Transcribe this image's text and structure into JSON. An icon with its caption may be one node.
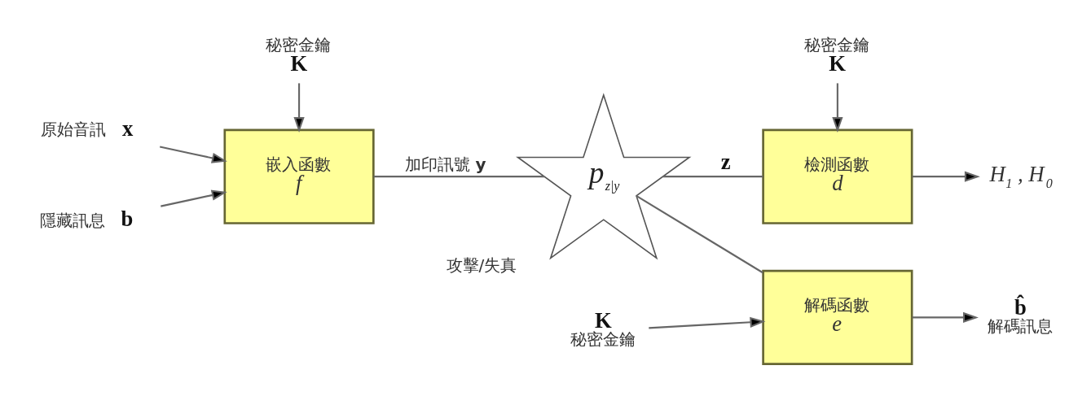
{
  "diagram": {
    "nodes": [
      {
        "text": [
          "原始音訊",
          "x"
        ]
      },
      {
        "text": [
          "隱藏訊息",
          "b"
        ]
      },
      {
        "text": [
          "秘密金鑰",
          "K"
        ]
      },
      {
        "text": [
          "嵌入函數",
          "f"
        ]
      },
      {
        "text": [
          "攻擊/失真",
          "p$_{z|y}$"
        ]
      },
      {
        "text": [
          "秘密金鑰",
          "K"
        ]
      },
      {
        "text": [
          "檢測函數",
          "d"
        ]
      },
      {
        "text": [
          "解碼函數",
          "e"
        ]
      },
      {
        "text": [
          "K",
          "秘密金鑰"
        ]
      },
      {
        "text": [
          "H$_{1}$ , H$_{0}$"
        ]
      },
      {
        "text": [
          "b̂",
          "解碼訊息"
        ]
      }
    ],
    "edges": [
      {
        "from": 0,
        "to": 3,
        "arrow": "to"
      },
      {
        "from": 1,
        "to": 3,
        "arrow": "to"
      },
      {
        "from": 2,
        "to": 3,
        "arrow": "to"
      },
      {
        "from": 3,
        "to": 4,
        "arrow": "none",
        "label": "加印訊號 **y**"
      },
      {
        "from": 4,
        "to": 6,
        "arrow": "none",
        "label": "z"
      },
      {
        "from": 4,
        "to": 7,
        "arrow": "none"
      },
      {
        "from": 5,
        "to": 6,
        "arrow": "to"
      },
      {
        "from": 8,
        "to": 7,
        "arrow": "to"
      },
      {
        "from": 6,
        "to": 9,
        "arrow": "to"
      },
      {
        "from": 7,
        "to": 10,
        "arrow": "to"
      }
    ]
  }
}
